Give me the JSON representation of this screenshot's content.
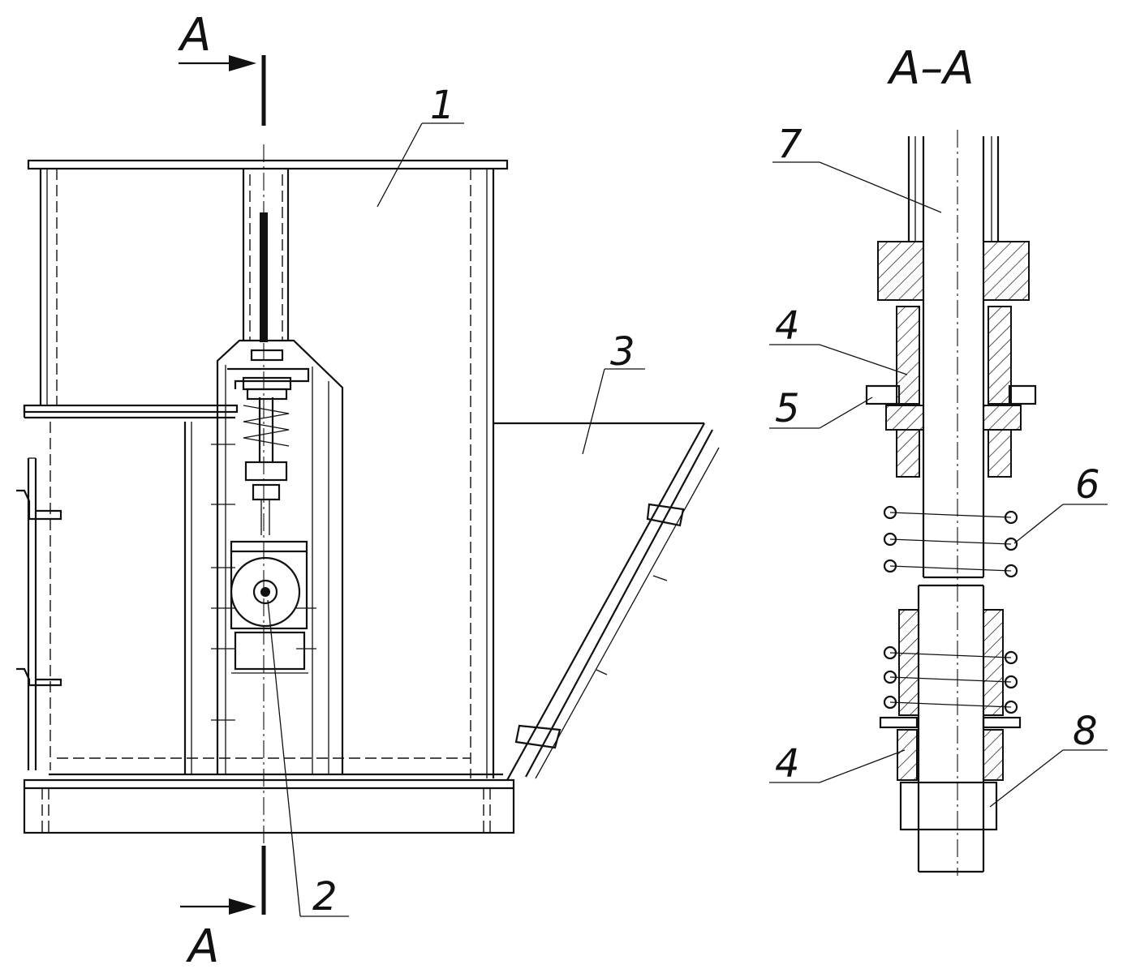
{
  "section_marks": {
    "top": "A",
    "bottom": "A"
  },
  "section_view_title": "A–A",
  "callouts": {
    "c1": "1",
    "c2": "2",
    "c3": "3",
    "c4_upper": "4",
    "c5": "5",
    "c6": "6",
    "c7": "7",
    "c4_lower": "4",
    "c8": "8"
  }
}
